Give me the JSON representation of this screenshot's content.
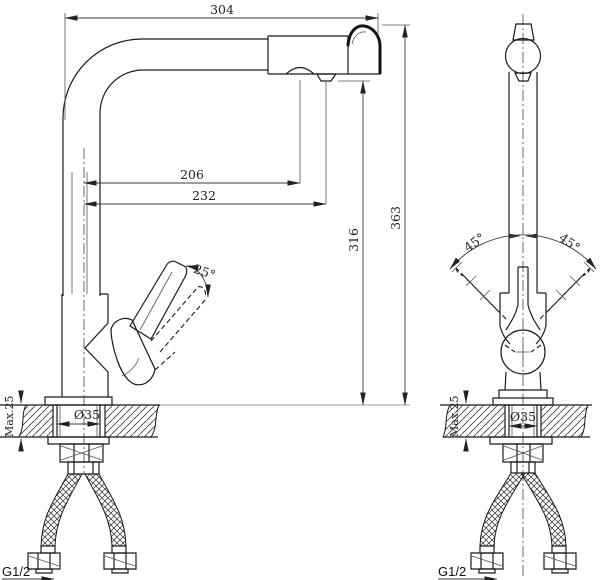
{
  "drawing_title": "faucet-installation-drawing",
  "colors": {
    "line": "#1b1b1b",
    "dimension": "#3a3a3a",
    "auxiliary": "#999999",
    "background": "#ffffff"
  },
  "side_view": {
    "name": "side-view",
    "dims": {
      "total_width": "304",
      "outlet1_reach": "206",
      "outlet2_reach": "232",
      "outlet_height": "316",
      "total_height": "363",
      "handle_angle": "25°",
      "max_counter_thickness": "Max.25",
      "mounting_hole": "Ø35",
      "connection_thread": "G1/2"
    }
  },
  "front_view": {
    "name": "front-view",
    "dims": {
      "handle_swing_left": "45°",
      "handle_swing_right": "45°",
      "max_counter_thickness": "Max.25",
      "mounting_hole": "Ø35",
      "connection_thread": "G1/2"
    }
  }
}
